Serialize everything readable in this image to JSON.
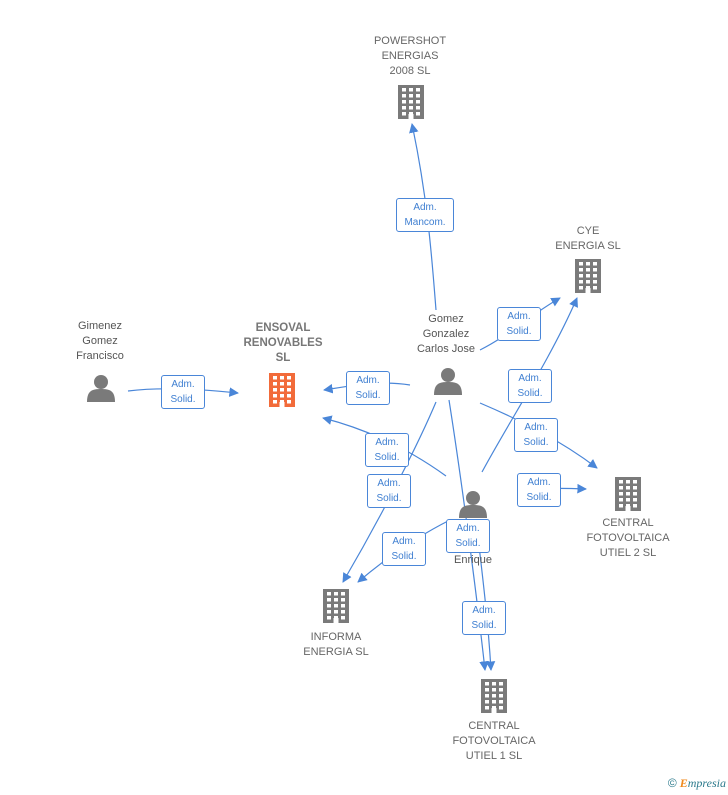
{
  "nodes": {
    "powershot": {
      "label": "POWERSHOT\nENERGIAS\n2008  SL",
      "kind": "company",
      "color": "#7a7a7a"
    },
    "cye": {
      "label": "CYE\nENERGIA SL",
      "kind": "company",
      "color": "#7a7a7a"
    },
    "ensoval": {
      "label": "ENSOVAL\nRENOVABLES\nSL",
      "kind": "company",
      "color": "#f26b3a"
    },
    "gimenez": {
      "label": "Gimenez\nGomez\nFrancisco",
      "kind": "person",
      "color": "#7a7a7a"
    },
    "gomez": {
      "label": "Gomez\nGonzalez\nCarlos Jose",
      "kind": "person",
      "color": "#7a7a7a"
    },
    "enrique": {
      "label": "Enrique",
      "kind": "person",
      "color": "#7a7a7a"
    },
    "utiel2": {
      "label": "CENTRAL\nFOTOVOLTAICA\nUTIEL 2 SL",
      "kind": "company",
      "color": "#7a7a7a"
    },
    "informa": {
      "label": "INFORMA\nENERGIA  SL",
      "kind": "company",
      "color": "#7a7a7a"
    },
    "utiel1": {
      "label": "CENTRAL\nFOTOVOLTAICA\nUTIEL 1 SL",
      "kind": "company",
      "color": "#7a7a7a"
    }
  },
  "edges": [
    {
      "from": "gomez",
      "to": "powershot",
      "label": "Adm.\nMancom."
    },
    {
      "from": "gomez",
      "to": "cye",
      "label": "Adm.\nSolid."
    },
    {
      "from": "enrique",
      "to": "cye",
      "label": "Adm.\nSolid."
    },
    {
      "from": "gimenez",
      "to": "ensoval",
      "label": "Adm.\nSolid."
    },
    {
      "from": "gomez",
      "to": "ensoval",
      "label": "Adm.\nSolid."
    },
    {
      "from": "enrique",
      "to": "ensoval",
      "label": "Adm.\nSolid."
    },
    {
      "from": "gomez",
      "to": "utiel2",
      "label": "Adm.\nSolid."
    },
    {
      "from": "enrique",
      "to": "utiel2",
      "label": "Adm.\nSolid."
    },
    {
      "from": "gomez",
      "to": "informa",
      "label": "Adm.\nSolid."
    },
    {
      "from": "enrique",
      "to": "informa",
      "label": "Adm.\nSolid."
    },
    {
      "from": "gomez",
      "to": "utiel1",
      "label": "Adm.\nSolid."
    },
    {
      "from": "enrique",
      "to": "utiel1",
      "label": "Adm.\nSolid."
    }
  ],
  "colors": {
    "edge": "#4a86d8",
    "edge_label": "#3f7fd1",
    "brand_accent": "#f08a1c"
  },
  "brand": {
    "copyright": "©",
    "initial": "E",
    "name": "mpresia"
  }
}
